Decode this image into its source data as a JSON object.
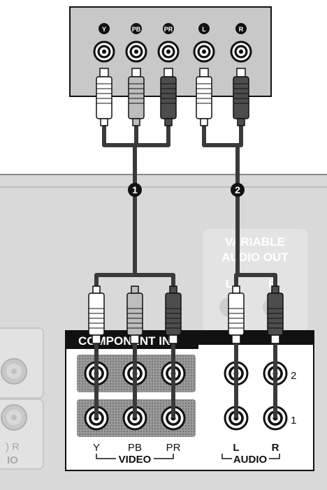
{
  "source_device": {
    "jacks": [
      {
        "label": "Y",
        "plug": "white"
      },
      {
        "label": "PB",
        "plug": "gray"
      },
      {
        "label": "PR",
        "plug": "dark"
      },
      {
        "label": "L",
        "plug": "white"
      },
      {
        "label": "R",
        "plug": "dark"
      }
    ]
  },
  "cables": [
    {
      "number": "1"
    },
    {
      "number": "2"
    }
  ],
  "tv_panel": {
    "variable_audio_out": {
      "line1": "VARIABLE",
      "line2": "AUDIO OUT",
      "left": "L",
      "right": "R"
    },
    "component_header": "COMPONENT IN",
    "video_labels": {
      "y": "Y",
      "pb": "PB",
      "pr": "PR",
      "group": "VIDEO"
    },
    "audio_labels": {
      "l": "L",
      "r": "R",
      "group": "AUDIO"
    },
    "row_numbers": {
      "top": "2",
      "bottom": "1"
    },
    "side_partial": {
      "text1": ") R",
      "text2": "IO"
    }
  },
  "colors": {
    "panel": "#d9d9d9",
    "source_box": "#c8c8c8",
    "cable": "#3a3a3a",
    "plug_white": "#ffffff",
    "plug_gray": "#bdbdbd",
    "plug_dark": "#4d4d4d"
  }
}
